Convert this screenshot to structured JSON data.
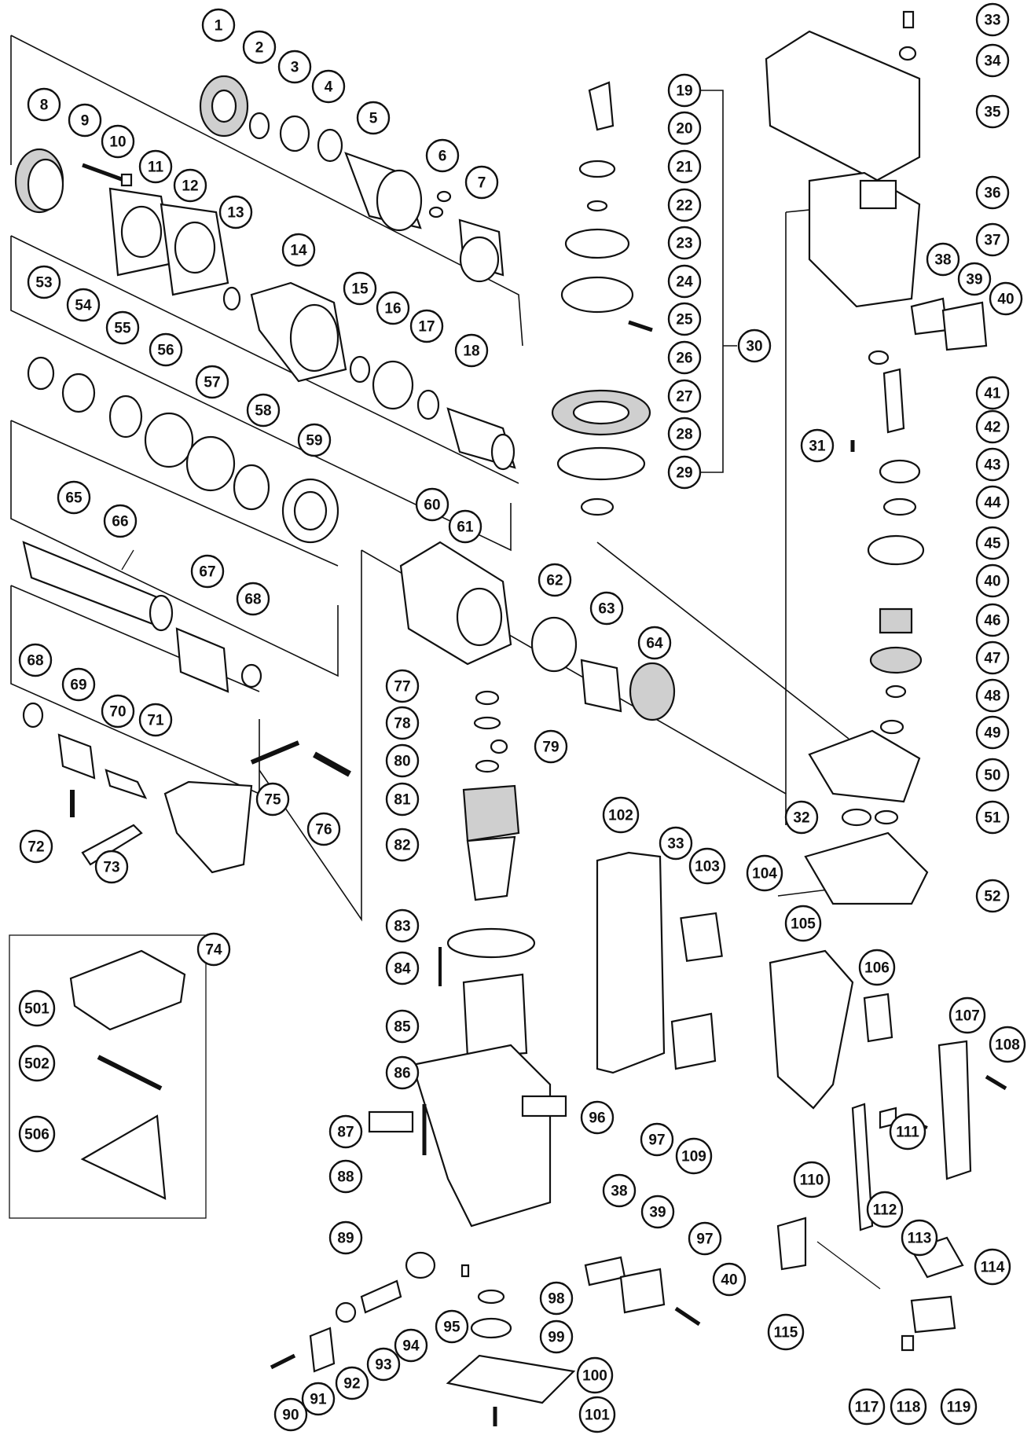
{
  "diagram": {
    "type": "exploded-parts-diagram",
    "part_numbers": [
      "1",
      "2",
      "3",
      "4",
      "5",
      "6",
      "7",
      "8",
      "9",
      "10",
      "11",
      "12",
      "13",
      "14",
      "15",
      "16",
      "17",
      "18",
      "19",
      "20",
      "21",
      "22",
      "23",
      "24",
      "25",
      "26",
      "27",
      "28",
      "29",
      "30",
      "31",
      "32",
      "33",
      "33",
      "34",
      "35",
      "36",
      "37",
      "38",
      "38",
      "39",
      "39",
      "40",
      "40",
      "40",
      "41",
      "42",
      "43",
      "44",
      "45",
      "46",
      "47",
      "48",
      "49",
      "50",
      "51",
      "52",
      "53",
      "54",
      "55",
      "56",
      "57",
      "58",
      "59",
      "60",
      "61",
      "62",
      "63",
      "64",
      "65",
      "66",
      "67",
      "68",
      "68",
      "69",
      "70",
      "71",
      "72",
      "73",
      "74",
      "75",
      "76",
      "77",
      "78",
      "79",
      "80",
      "81",
      "82",
      "83",
      "84",
      "85",
      "86",
      "87",
      "88",
      "89",
      "90",
      "91",
      "92",
      "93",
      "94",
      "95",
      "96",
      "97",
      "97",
      "98",
      "99",
      "100",
      "101",
      "102",
      "103",
      "104",
      "105",
      "106",
      "107",
      "108",
      "109",
      "110",
      "111",
      "112",
      "113",
      "114",
      "115",
      "117",
      "118",
      "119",
      "501",
      "502",
      "506"
    ]
  }
}
